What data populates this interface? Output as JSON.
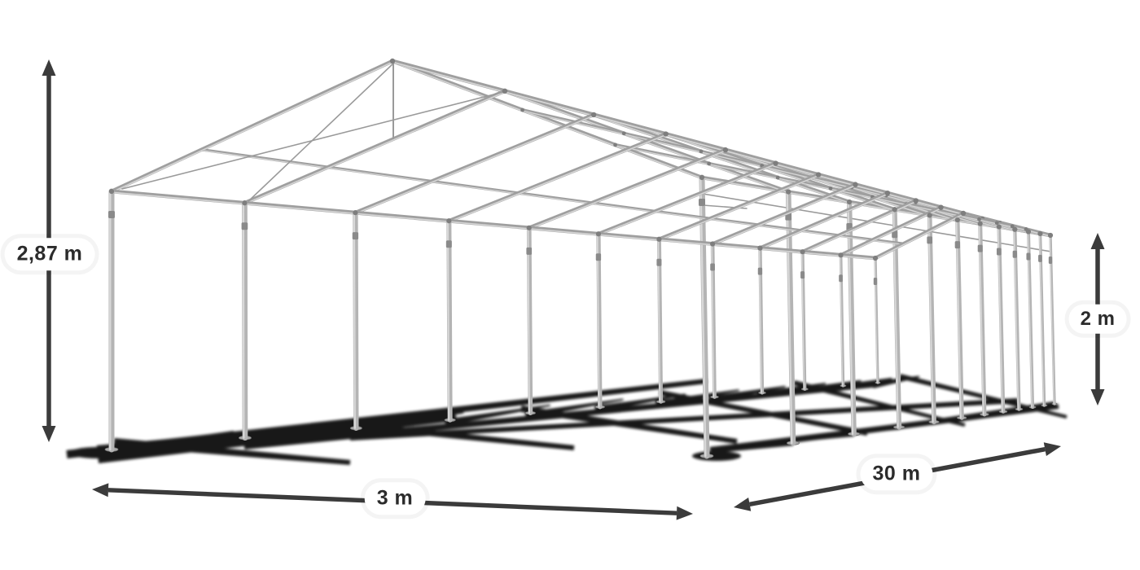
{
  "diagram": {
    "subject": "tent-frame",
    "dimensions": {
      "height": {
        "label": "2,87 m"
      },
      "width": {
        "label": "3 m"
      },
      "length": {
        "label": "30 m"
      },
      "side_height": {
        "label": "2 m"
      }
    },
    "colors": {
      "arrow": "#3b3b3b",
      "label_text": "#2b2b2b",
      "label_bg": "#ffffff",
      "pipe": "#9f9f9f",
      "pipe_post": "#b4b4b4",
      "pipe_highlight": "#dcdcdc",
      "pipe_joint": "#7e7e7e",
      "shadow": "#000000"
    }
  }
}
